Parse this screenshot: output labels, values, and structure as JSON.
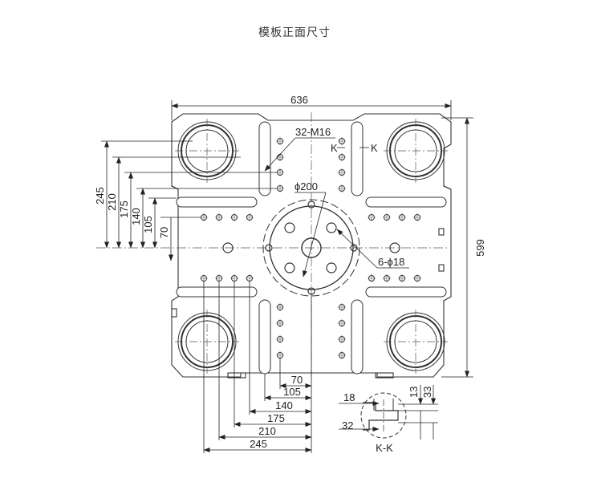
{
  "title": "模板正面尺寸",
  "dimensions": {
    "overall_width": "636",
    "overall_height": "599",
    "hole_pattern": "32-M16",
    "section_marker": "K",
    "center_circle": "ϕ200",
    "bolt_holes": "6-ϕ18",
    "section_title": "K-K",
    "left_vertical": [
      "245",
      "210",
      "175",
      "140",
      "105",
      "70"
    ],
    "bottom_horizontal": [
      "70",
      "105",
      "140",
      "175",
      "210",
      "245"
    ],
    "slot_width": "18",
    "slot_depth": "32",
    "slot_right": [
      "13",
      "33"
    ]
  }
}
